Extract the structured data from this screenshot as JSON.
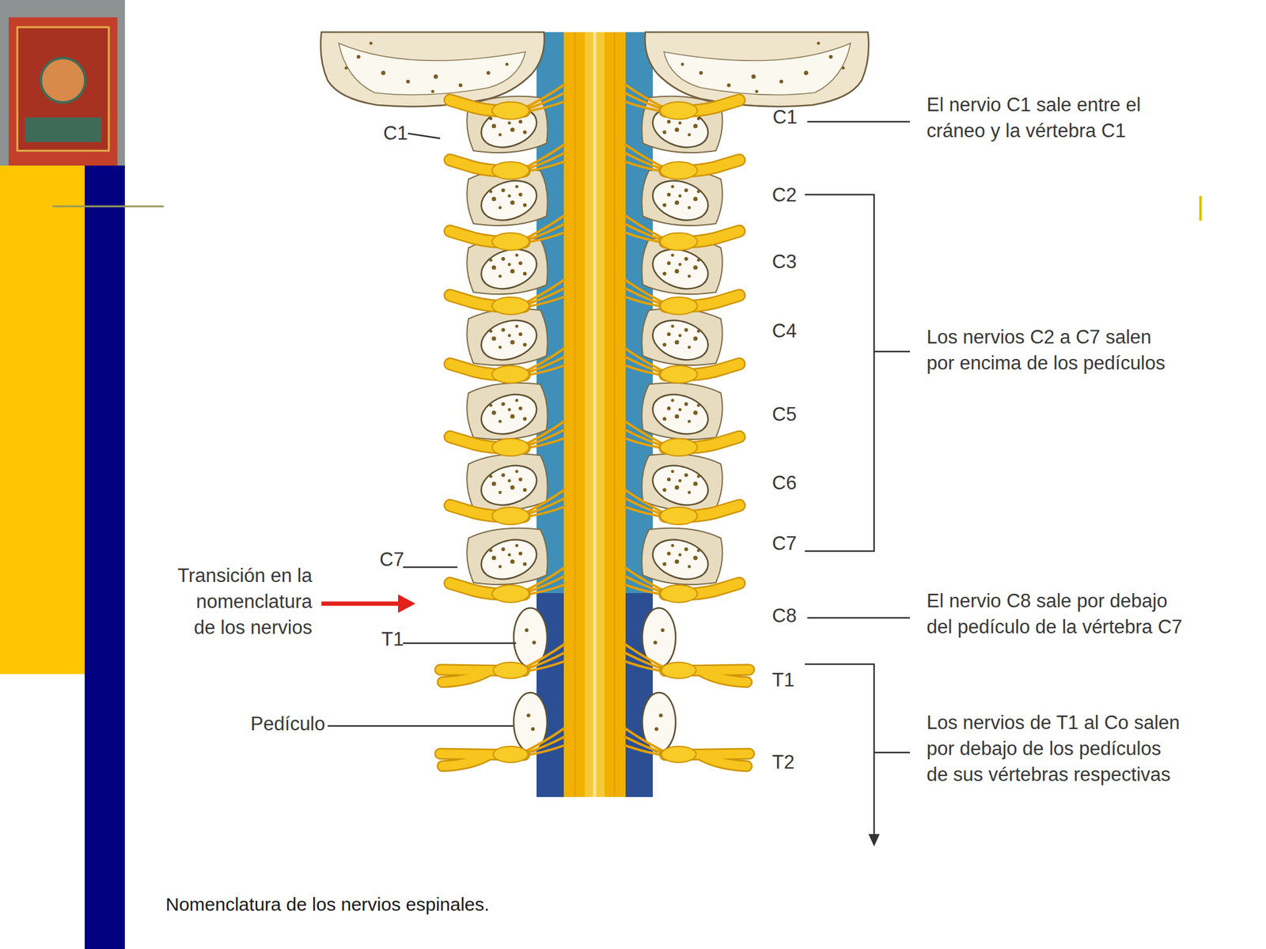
{
  "diagram": {
    "caption": "Nomenclatura de los nervios espinales.",
    "labels": [
      "C1",
      "C1",
      "El nervio C1 sale entre el cráneo y la vértebra C1",
      "C2",
      "C3",
      "C4",
      "Los nervios C2 a C7 salen por encima de los pedículos",
      "C5",
      "C6",
      "C7",
      "C7",
      "Transición en la nomenclatura de los nervios",
      "C8",
      "El nervio C8 sale por debajo del pedículo de la vértebra C7",
      "T1",
      "T1",
      "Pedículo",
      "Los nervios de T1 al Co salen por debajo de los pedículos de sus vértebras respectivas",
      "T2"
    ]
  }
}
